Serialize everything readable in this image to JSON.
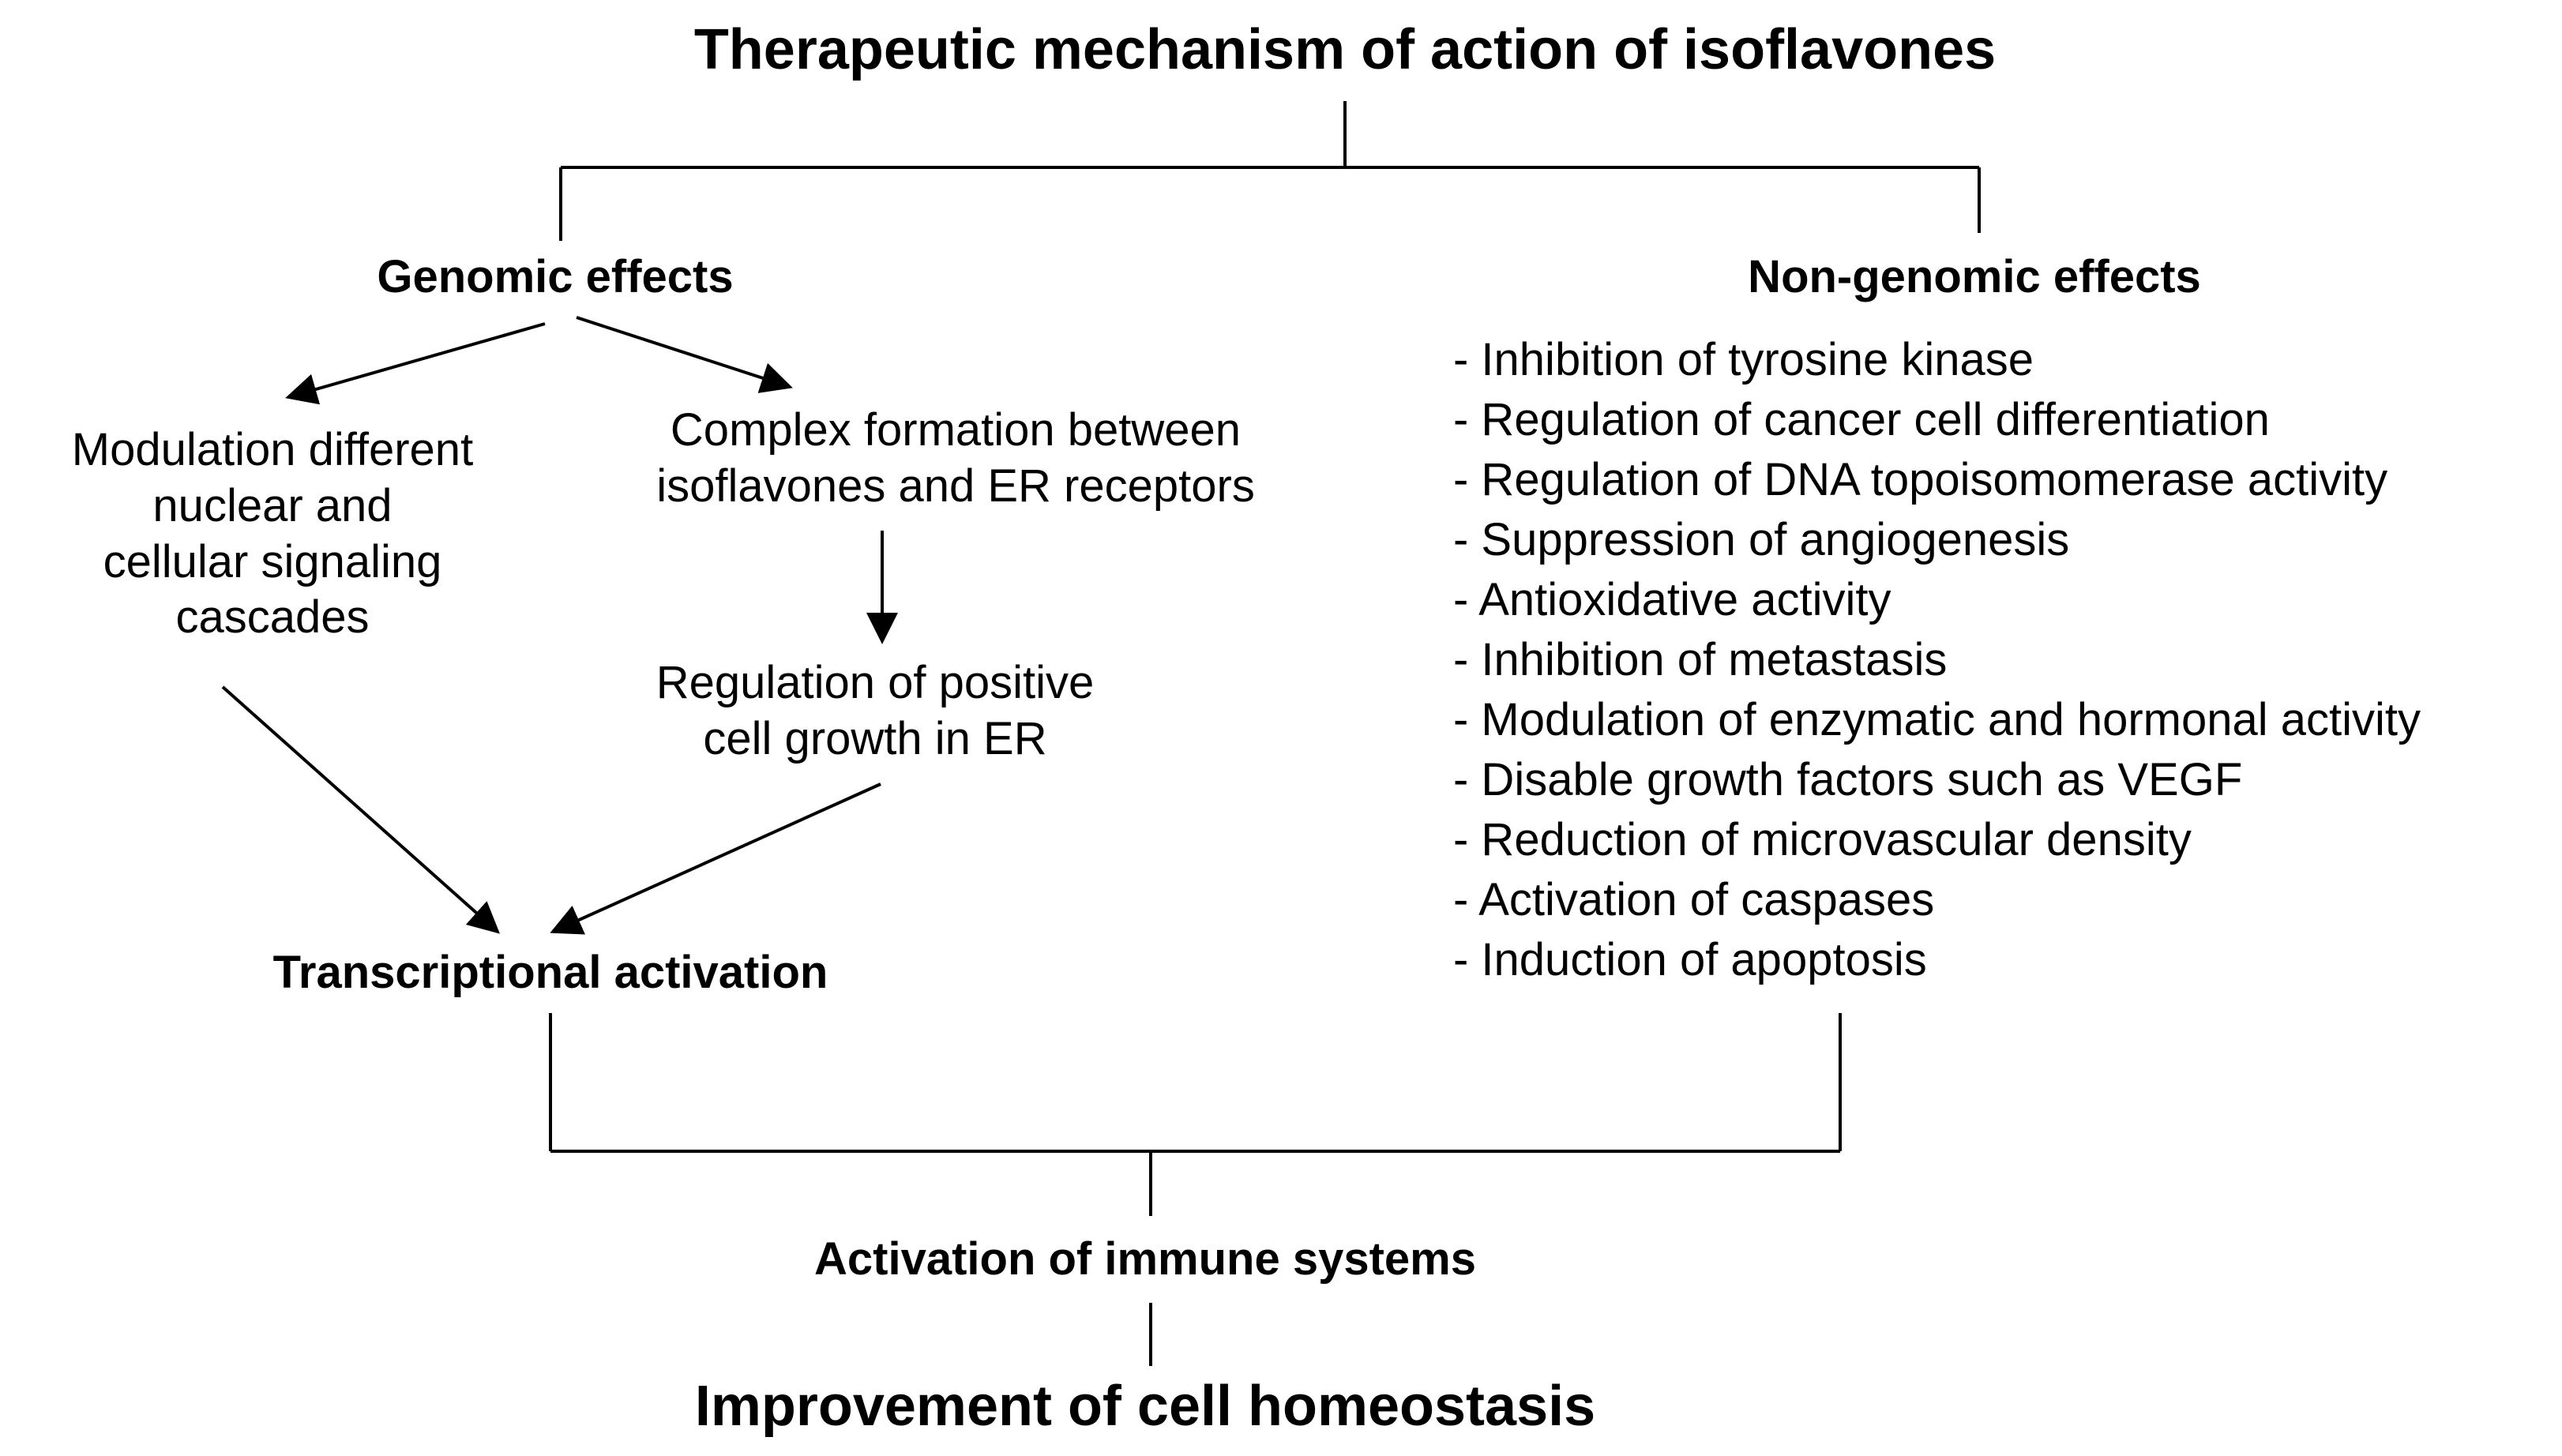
{
  "title": "Therapeutic mechanism of action of isoflavones",
  "genomic": {
    "heading": "Genomic effects",
    "modulation": [
      "Modulation different",
      "nuclear and",
      "cellular signaling",
      "cascades"
    ],
    "complex": [
      "Complex formation between",
      "isoflavones and ER receptors"
    ],
    "regulation": [
      "Regulation of positive",
      "cell growth in ER"
    ],
    "transcription": "Transcriptional activation"
  },
  "non_genomic": {
    "heading": "Non-genomic effects",
    "items": [
      "- Inhibition of tyrosine kinase",
      "- Regulation of cancer cell differentiation",
      "- Regulation of DNA topoisomomerase activity",
      "- Suppression of angiogenesis",
      "- Antioxidative activity",
      "- Inhibition of metastasis",
      "- Modulation of enzymatic and hormonal activity",
      "- Disable growth factors such as VEGF",
      "- Reduction of microvascular density",
      "- Activation of caspases",
      "- Induction of apoptosis"
    ]
  },
  "immune": "Activation of immune systems",
  "homeostasis": "Improvement of cell homeostasis"
}
